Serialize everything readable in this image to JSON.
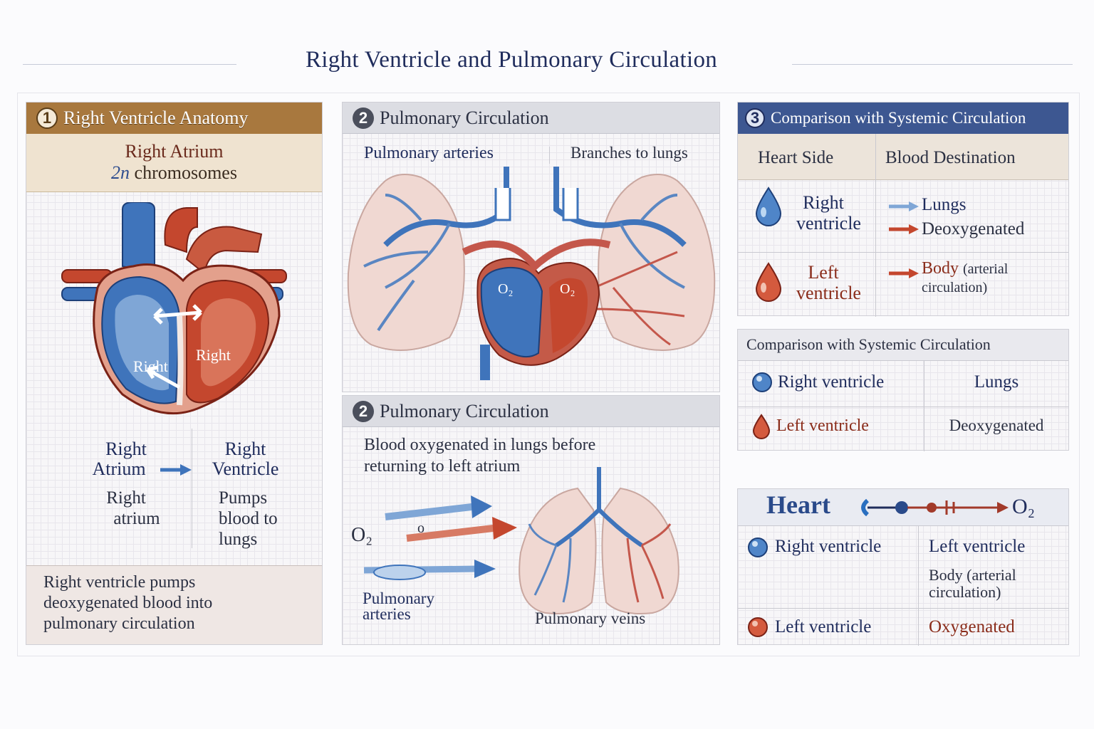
{
  "title": "Right Ventricle and Pulmonary Circulation",
  "panel1": {
    "badge": "1",
    "header": "Right Ventricle Anatomy",
    "box_line1": "Right Atrium",
    "box_2n": "2n",
    "box_line2": "chromosomes",
    "heart_label_left": "Right",
    "heart_label_right": "Right",
    "col1_top_a": "Right",
    "col1_top_b": "Atrium",
    "col2_top_a": "Right",
    "col2_top_b": "Ventricle",
    "col1_bot_a": "Right",
    "col1_bot_b": "atrium",
    "col2_bot_a": "Pumps",
    "col2_bot_b": "blood to",
    "col2_bot_c": "lungs",
    "footer_a": "Right ventricle pumps",
    "footer_b": "deoxygenated blood into",
    "footer_c": "pulmonary circulation"
  },
  "panel2": {
    "badge": "2",
    "header": "Pulmonary Circulation",
    "label_arteries": "Pulmonary arteries",
    "label_branches": "Branches to lungs",
    "o2_left": "O₂",
    "o2_right": "O₂"
  },
  "panel2b": {
    "badge": "2",
    "header": "Pulmonary Circulation",
    "desc_a": "Blood oxygenated in lungs before",
    "desc_b": "returning to left atrium",
    "o2": "O₂",
    "small_o": "o",
    "label_arteries_a": "Pulmonary",
    "label_arteries_b": "arteries",
    "label_veins": "Pulmonary veins"
  },
  "panel3": {
    "badge": "3",
    "header": "Comparison with Systemic Circulation",
    "col_side": "Heart Side",
    "col_dest": "Blood Destination",
    "row1_side_a": "Right",
    "row1_side_b": "ventricle",
    "row1_dest1": "Lungs",
    "row1_dest2": "Deoxygenated",
    "row2_side_a": "Left",
    "row2_side_b": "ventricle",
    "row2_dest_a": "Body",
    "row2_dest_b": "(arterial",
    "row2_dest_c": "circulation)"
  },
  "panel4": {
    "header": "Comparison with Systemic Circulation",
    "r1c1": "Right ventricle",
    "r1c2": "Lungs",
    "r2c1": "Left ventricle",
    "r2c2": "Deoxygenated"
  },
  "panel5": {
    "heart": "Heart",
    "o2": "O₂",
    "r1c1": "Right ventricle",
    "r1c2a": "Left ventricle",
    "r1c2b": "Body (arterial",
    "r1c2c": "circulation)",
    "r2c1": "Left ventricle",
    "r2c2": "Oxygenated"
  },
  "colors": {
    "blue": "#3b6fb3",
    "red": "#c4472e",
    "navy": "#1f2c5c",
    "panel1_header": "#a8783e",
    "panel3_header": "#3d5791"
  }
}
